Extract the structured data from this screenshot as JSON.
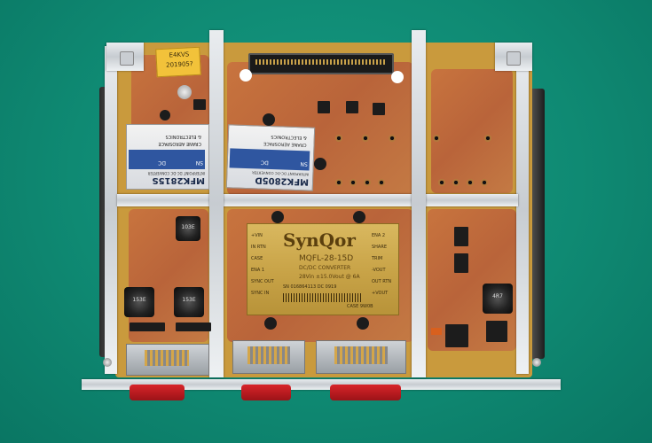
{
  "module_left": {
    "brand": "MFK2815S",
    "label_lines": [
      "INTERPOINT  DC-DC CONVERTER",
      "CRANE  AEROSPACE",
      "& ELECTRONICS"
    ],
    "sn": "SN",
    "dc": "DC"
  },
  "module_mid": {
    "brand": "MFK2805D",
    "label_lines": [
      "INTERPOINT  DC-DC CONVERTER",
      "CRANE  AEROSPACE",
      "& ELECTRONICS"
    ],
    "sn": "SN",
    "dc": "DC"
  },
  "tape_label": {
    "line1": "E4KVS",
    "line2": "201905?"
  },
  "synqor": {
    "logo": "SynQor",
    "model": "MQFL-28-15D",
    "line2": "DC/DC CONVERTER",
    "line3": "28Vin ±15.0Vout @ 6A",
    "pins_left": [
      "+VIN",
      "IN RTN",
      "CASE",
      "ENA 1",
      "SYNC OUT",
      "SYNC IN"
    ],
    "pins_right": [
      "ENA 2",
      "SHARE",
      "TRIM",
      "-VOUT",
      "OUT RTN",
      "+VOUT"
    ],
    "serial": "SN 016864113  DC 0919",
    "case": "CASE 9W0B"
  },
  "inductors": [
    "103E",
    "153E",
    "153E",
    "4R7"
  ],
  "colors": {
    "background": "#0f8a73",
    "pcb": "#c99a3d",
    "copper": "#c07040",
    "frame": "#dfe3e6",
    "connector": "#c71c22"
  }
}
